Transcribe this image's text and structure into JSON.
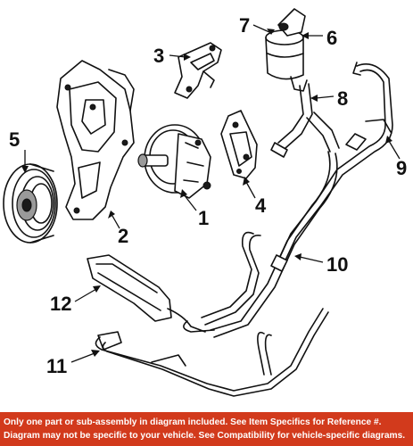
{
  "callouts": {
    "c1": "1",
    "c2": "2",
    "c3": "3",
    "c4": "4",
    "c5": "5",
    "c6": "6",
    "c7": "7",
    "c8": "8",
    "c9": "9",
    "c10": "10",
    "c11": "11",
    "c12": "12"
  },
  "footer": {
    "line1": "Only one part or sub-assembly in diagram included. See Item Specifics for Reference #.",
    "line2": "Diagram may not be specific to your vehicle. See Compatibility for vehicle-specific diagrams."
  },
  "colors": {
    "footer_background": "#d23a1c",
    "footer_text": "#ffffff",
    "line_art": "#111111"
  }
}
